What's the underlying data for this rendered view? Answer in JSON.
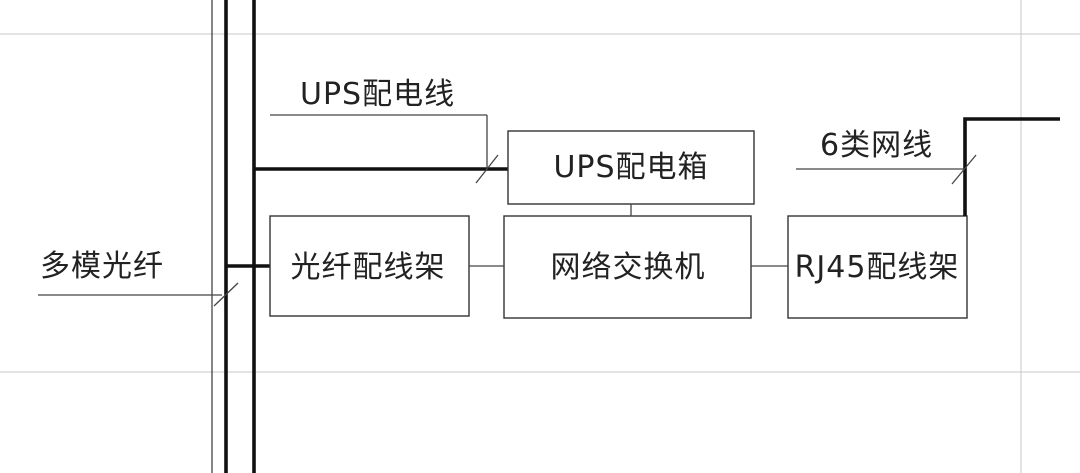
{
  "nodes": {
    "ups_box": "UPS配电箱",
    "fiber_patch": "光纤配线架",
    "switch": "网络交换机",
    "rj45_patch": "RJ45配线架"
  },
  "cables": {
    "ups_power": "UPS配电线",
    "cat6": "6类网线",
    "multimode_fiber": "多模光纤"
  },
  "edges": [
    {
      "from": "fiber_patch",
      "to": "switch"
    },
    {
      "from": "switch",
      "to": "ups_box"
    },
    {
      "from": "switch",
      "to": "rj45_patch"
    }
  ]
}
